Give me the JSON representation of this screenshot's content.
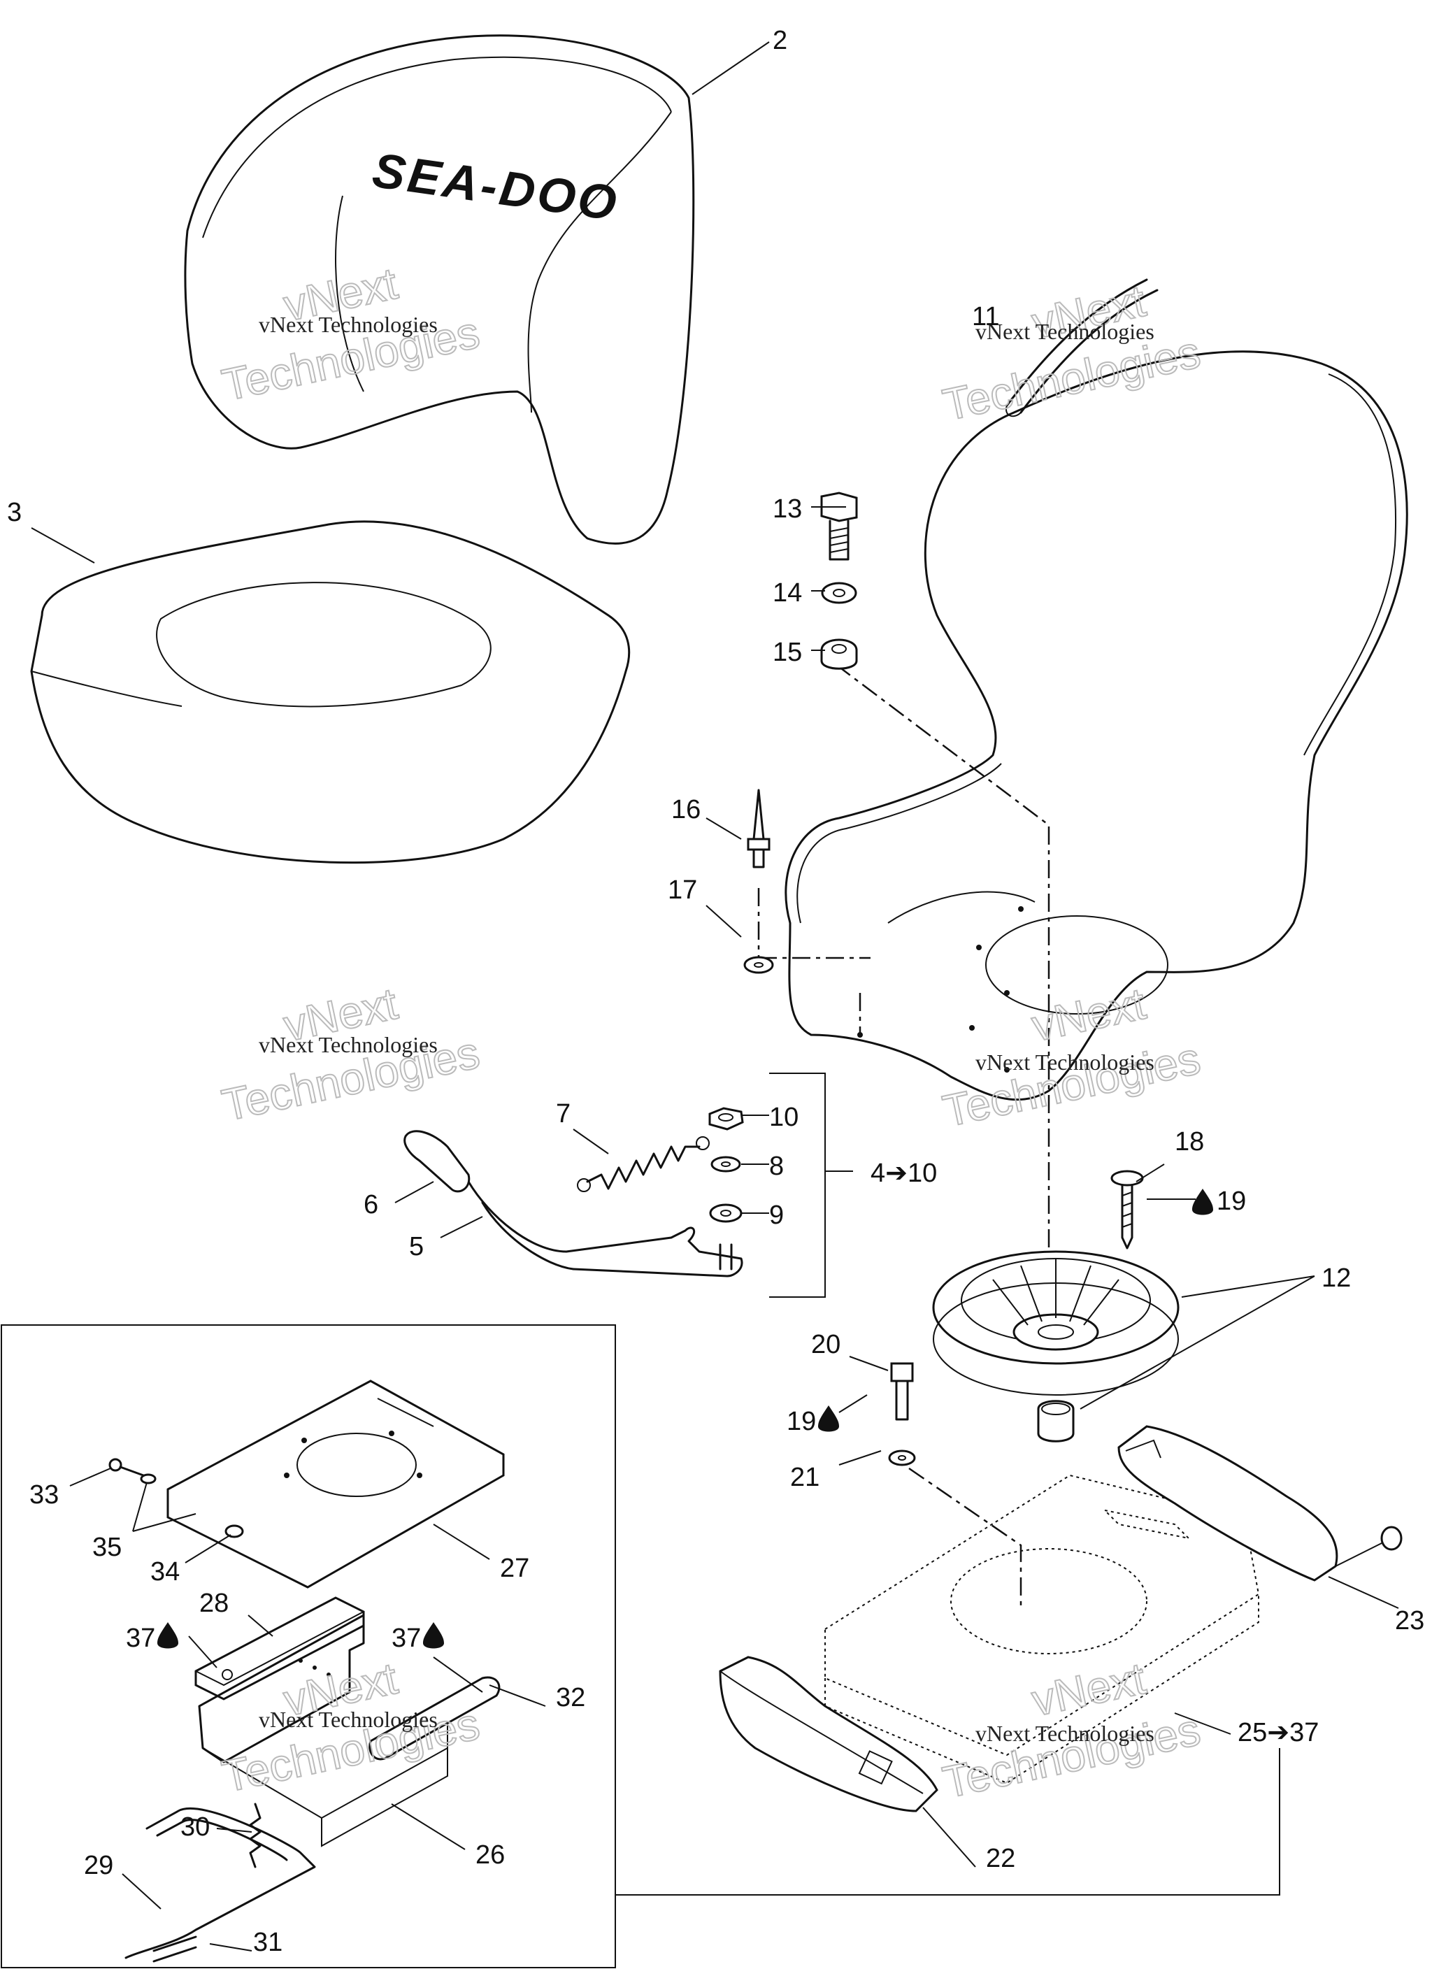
{
  "logo_text": "SEA-DOO",
  "watermark": {
    "line1": "vNext Technologies",
    "line2": "vNext",
    "line3": "Technologies"
  },
  "callouts": [
    {
      "id": "2",
      "text": "2"
    },
    {
      "id": "3",
      "text": "3"
    },
    {
      "id": "4-10",
      "text": "4➔10"
    },
    {
      "id": "5",
      "text": "5"
    },
    {
      "id": "6",
      "text": "6"
    },
    {
      "id": "7",
      "text": "7"
    },
    {
      "id": "8",
      "text": "8"
    },
    {
      "id": "9",
      "text": "9"
    },
    {
      "id": "10",
      "text": "10"
    },
    {
      "id": "11",
      "text": "11"
    },
    {
      "id": "12",
      "text": "12"
    },
    {
      "id": "13",
      "text": "13"
    },
    {
      "id": "14",
      "text": "14"
    },
    {
      "id": "15",
      "text": "15"
    },
    {
      "id": "16",
      "text": "16"
    },
    {
      "id": "17",
      "text": "17"
    },
    {
      "id": "18",
      "text": "18"
    },
    {
      "id": "19a",
      "text": "19"
    },
    {
      "id": "19b",
      "text": "19"
    },
    {
      "id": "20",
      "text": "20"
    },
    {
      "id": "21",
      "text": "21"
    },
    {
      "id": "22",
      "text": "22"
    },
    {
      "id": "23",
      "text": "23"
    },
    {
      "id": "25-37",
      "text": "25➔37"
    },
    {
      "id": "26",
      "text": "26"
    },
    {
      "id": "27",
      "text": "27"
    },
    {
      "id": "28",
      "text": "28"
    },
    {
      "id": "29",
      "text": "29"
    },
    {
      "id": "30",
      "text": "30"
    },
    {
      "id": "31",
      "text": "31"
    },
    {
      "id": "32",
      "text": "32"
    },
    {
      "id": "33",
      "text": "33"
    },
    {
      "id": "34",
      "text": "34"
    },
    {
      "id": "35",
      "text": "35"
    },
    {
      "id": "37a",
      "text": "37"
    },
    {
      "id": "37b",
      "text": "37"
    }
  ]
}
